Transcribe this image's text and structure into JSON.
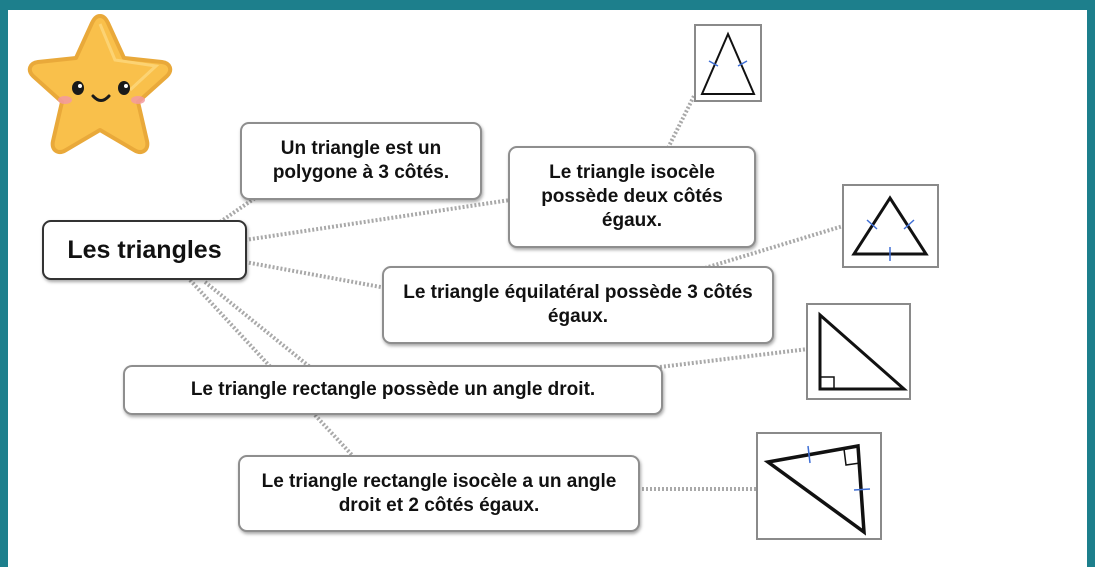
{
  "diagram": {
    "center": "Les triangles",
    "nodes": {
      "definition": "Un triangle est un polygone à 3 côtés.",
      "isocele": "Le triangle isocèle possède deux côtés égaux.",
      "equilateral": "Le triangle équilatéral possède 3 côtés égaux.",
      "rectangle": "Le triangle rectangle possède un angle droit.",
      "rectangle_isocele": "Le triangle rectangle isocèle a un angle droit et 2 côtés égaux."
    },
    "icons": {
      "mascot": "smiling-star-icon",
      "isocele": "isosceles-triangle-icon",
      "equilateral": "equilateral-triangle-icon",
      "rectangle": "right-triangle-icon",
      "rectangle_isocele": "right-isosceles-triangle-icon"
    }
  },
  "colors": {
    "frame": "#1d7f8c",
    "connector": "#a9a9a9",
    "tick_marks": "#3f6fd6",
    "star_fill": "#f9c04b",
    "star_outline": "#e9a93a"
  }
}
